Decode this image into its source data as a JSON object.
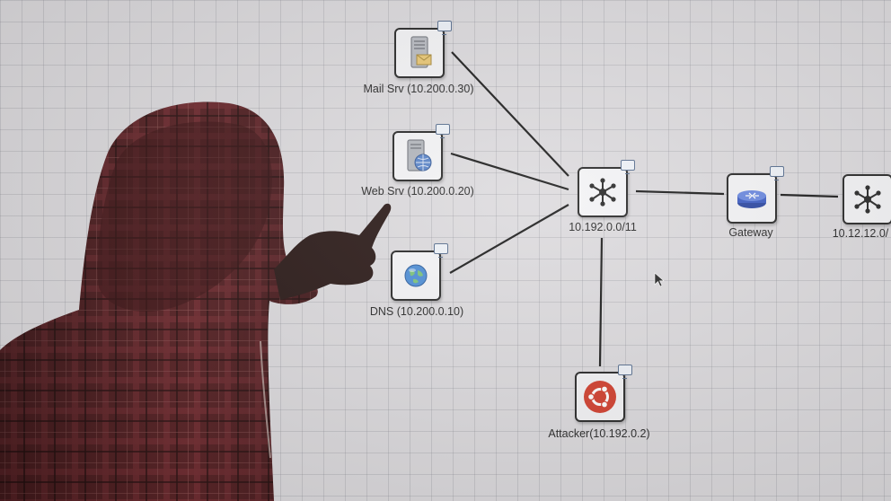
{
  "nodes": {
    "mail_srv": {
      "label": "Mail Srv (10.200.0.30)",
      "icon": "mail-server-icon"
    },
    "web_srv": {
      "label": "Web Srv (10.200.0.20)",
      "icon": "web-server-icon"
    },
    "dns": {
      "label": "DNS (10.200.0.10)",
      "icon": "globe-icon"
    },
    "switch_main": {
      "label": "10.192.0.0/11",
      "icon": "network-switch-icon"
    },
    "gateway": {
      "label": "Gateway",
      "icon": "router-icon"
    },
    "switch_remote": {
      "label": "10.12.12.0/",
      "icon": "network-switch-icon"
    },
    "attacker": {
      "label": "Attacker(10.192.0.2)",
      "icon": "ubuntu-logo-icon"
    }
  },
  "colors": {
    "background": "#dddbde",
    "link": "#1e1e1e",
    "ubuntu": "#d2402f",
    "router": "#3f5fc4",
    "hoodie": "#6a2a2c"
  }
}
